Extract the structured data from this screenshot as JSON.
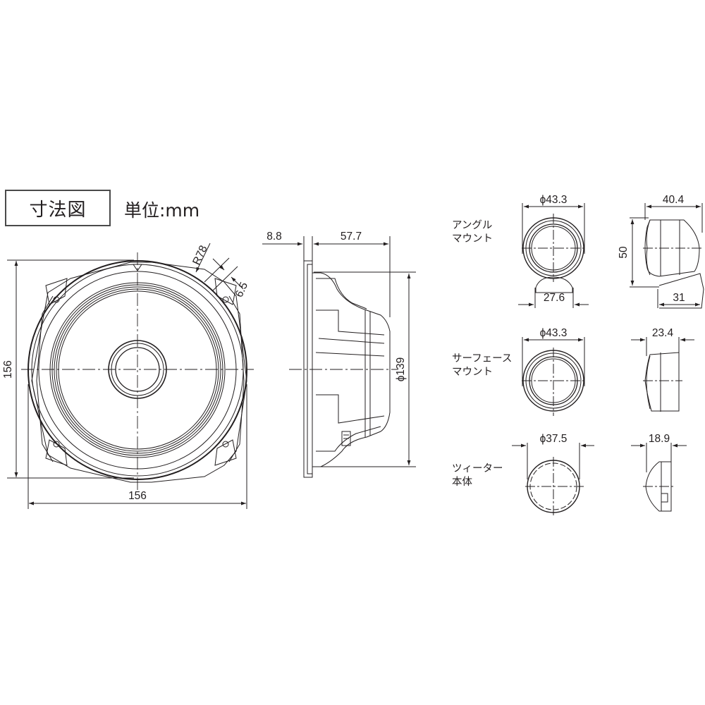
{
  "header": {
    "title": "寸法図",
    "unit_label": "単位:mm"
  },
  "woofer": {
    "front_view": {
      "width": "156",
      "height": "156",
      "radius": "R78",
      "hole_offset": "6.5"
    },
    "side_view": {
      "flange_depth": "8.8",
      "mount_depth": "57.7",
      "diameter": "ϕ139"
    }
  },
  "tweeter": {
    "angle_mount": {
      "label_line1": "アングル",
      "label_line2": "マウント",
      "diameter": "ϕ43.3",
      "base_width": "27.6",
      "depth": "40.4",
      "height": "50",
      "base_depth": "31"
    },
    "surface_mount": {
      "label_line1": "サーフェース",
      "label_line2": "マウント",
      "diameter": "ϕ43.3",
      "depth": "23.4"
    },
    "body": {
      "label_line1": "ツィーター",
      "label_line2": "本体",
      "diameter": "ϕ37.5",
      "depth": "18.9"
    }
  },
  "colors": {
    "line": "#231f20",
    "background": "#ffffff"
  }
}
